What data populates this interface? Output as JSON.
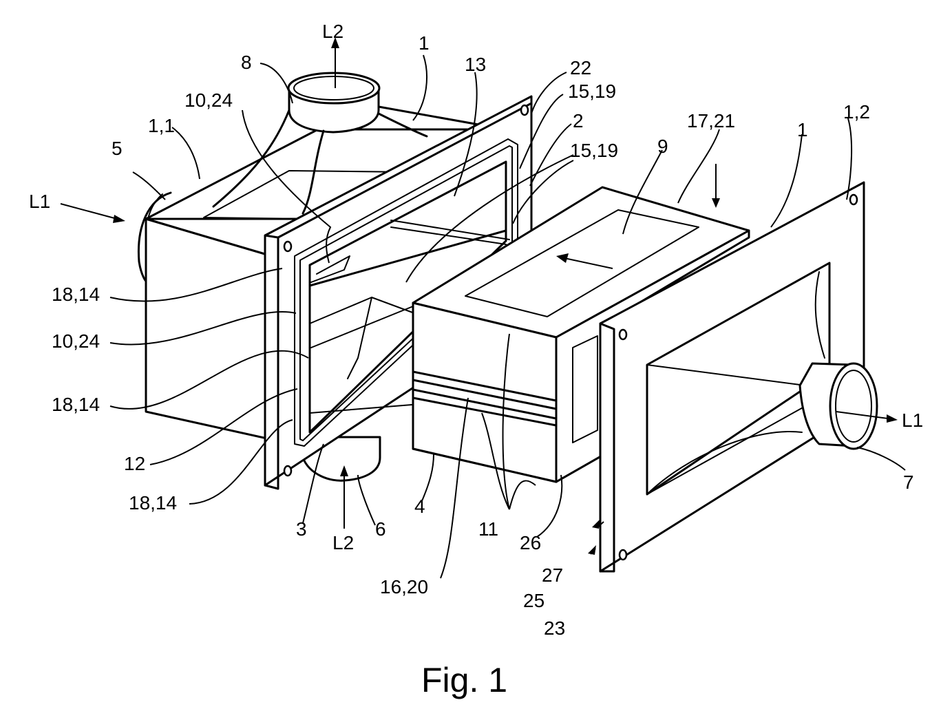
{
  "caption": "Fig. 1",
  "labels": {
    "L2_top": "L2",
    "n8": "8",
    "n1_top": "1",
    "n13": "13",
    "n22": "22",
    "n15_19_a": "15,19",
    "n10_24_top": "10,24",
    "n1_1": "1,1",
    "n5": "5",
    "L1_left": "L1",
    "n2": "2",
    "n15_19_b": "15,19",
    "n9": "9",
    "n17_21": "17,21",
    "n1_right": "1",
    "n1_2": "1,2",
    "n18_14_a": "18,14",
    "n10_24_mid": "10,24",
    "n18_14_b": "18,14",
    "n12": "12",
    "n18_14_c": "18,14",
    "n3": "3",
    "L2_bottom": "L2",
    "n6": "6",
    "n4": "4",
    "n11": "11",
    "n26": "26",
    "n16_20": "16,20",
    "n27": "27",
    "n25": "25",
    "n23": "23",
    "L1_right": "L1",
    "n7": "7"
  }
}
